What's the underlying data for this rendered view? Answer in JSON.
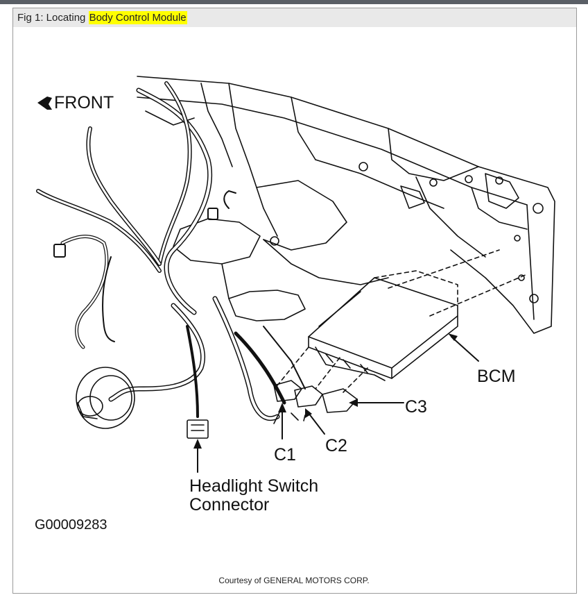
{
  "caption": {
    "prefix": "Fig 1: Locating ",
    "highlight": "Body Control Module"
  },
  "colors": {
    "highlight": "#ffff00",
    "caption_bg": "#e9e9e9",
    "line_art": "#111111",
    "frame_border": "#9a9a9a",
    "top_bar": "#5a5f66"
  },
  "labels": {
    "front": "FRONT",
    "bcm": "BCM",
    "c1": "C1",
    "c2": "C2",
    "c3": "C3",
    "headlight_line1": "Headlight Switch",
    "headlight_line2": "Connector",
    "figure_id": "G00009283"
  },
  "footer": {
    "courtesy": "Courtesy of GENERAL MOTORS CORP."
  }
}
